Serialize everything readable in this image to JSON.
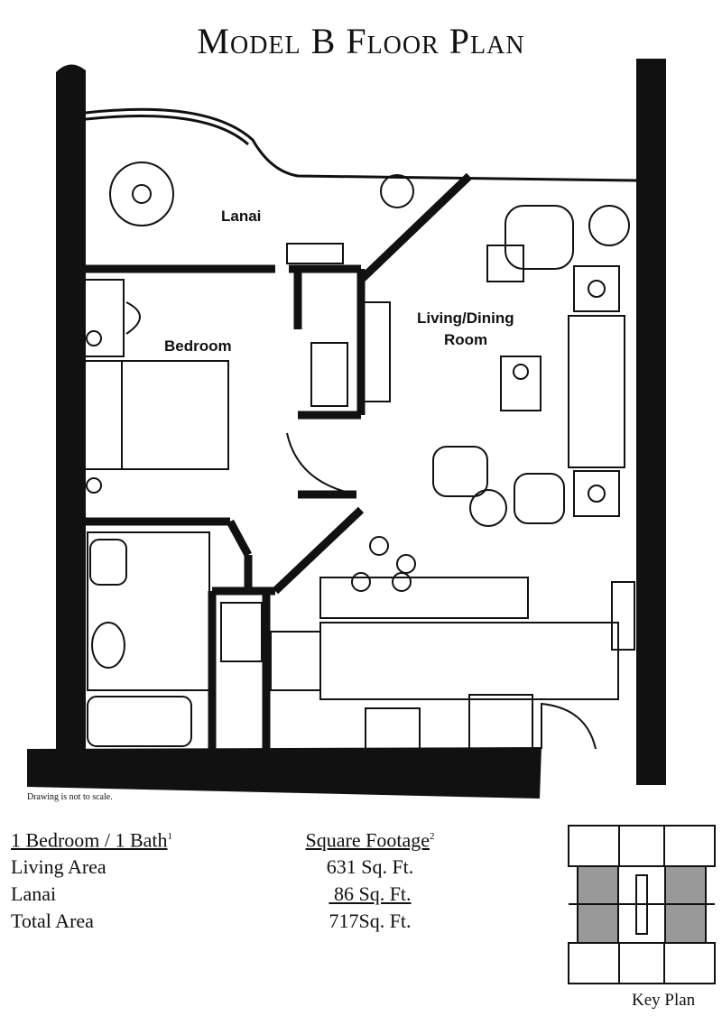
{
  "title": "Model B Floor Plan",
  "rooms": {
    "lanai": "Lanai",
    "bedroom": "Bedroom",
    "living_line1": "Living/Dining",
    "living_line2": "Room"
  },
  "note": "Drawing is not to scale.",
  "summary": {
    "unit_type": "1 Bedroom / 1 Bath",
    "unit_type_footnote": "1",
    "rows": [
      "Living Area",
      "Lanai",
      "Total Area"
    ],
    "header": "Square Footage",
    "header_footnote": "2",
    "values": [
      "631 Sq. Ft.",
      " 86 Sq. Ft.",
      "717Sq. Ft."
    ]
  },
  "key_plan_label": "Key Plan"
}
